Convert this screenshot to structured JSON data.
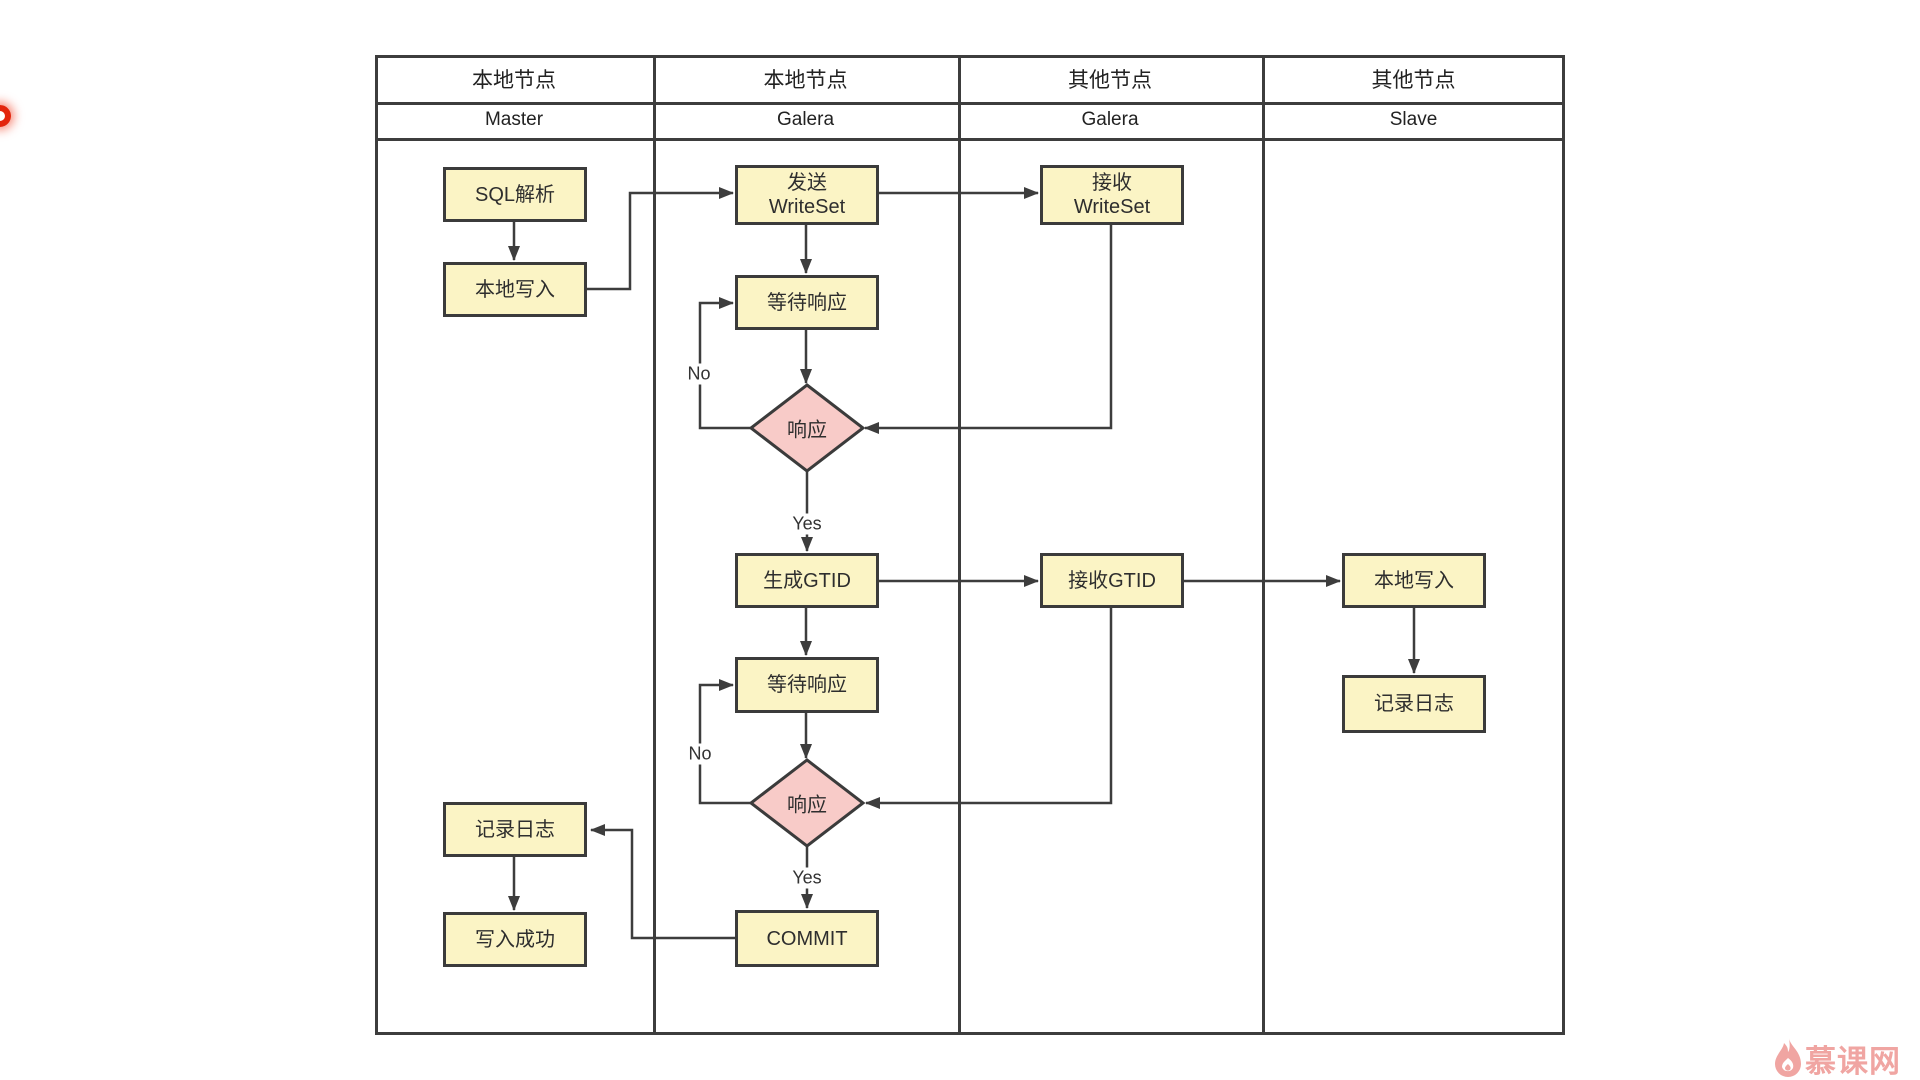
{
  "header": {
    "lanes": [
      {
        "group": "本地节点",
        "role": "Master"
      },
      {
        "group": "本地节点",
        "role": "Galera"
      },
      {
        "group": "其他节点",
        "role": "Galera"
      },
      {
        "group": "其他节点",
        "role": "Slave"
      }
    ]
  },
  "nodes": {
    "sql_parse": "SQL解析",
    "local_write": "本地写入",
    "send_writeset_l1": "发送",
    "send_writeset_l2": "WriteSet",
    "recv_writeset_l1": "接收",
    "recv_writeset_l2": "WriteSet",
    "wait_response": "等待响应",
    "response": "响应",
    "gen_gtid": "生成GTID",
    "recv_gtid": "接收GTID",
    "commit": "COMMIT",
    "log": "记录日志",
    "write_success": "写入成功",
    "local_write_slave": "本地写入",
    "log_slave": "记录日志"
  },
  "edge_labels": {
    "yes": "Yes",
    "no": "No"
  },
  "colors": {
    "node_fill": "#FBF4C5",
    "node_border": "#3B3B3B",
    "decision_fill": "#F8CBC8",
    "line": "#3D3D3D",
    "logo": "#F0A5A2",
    "alert_dot": "#E3250C"
  },
  "watermark": {
    "text": "慕课网"
  }
}
